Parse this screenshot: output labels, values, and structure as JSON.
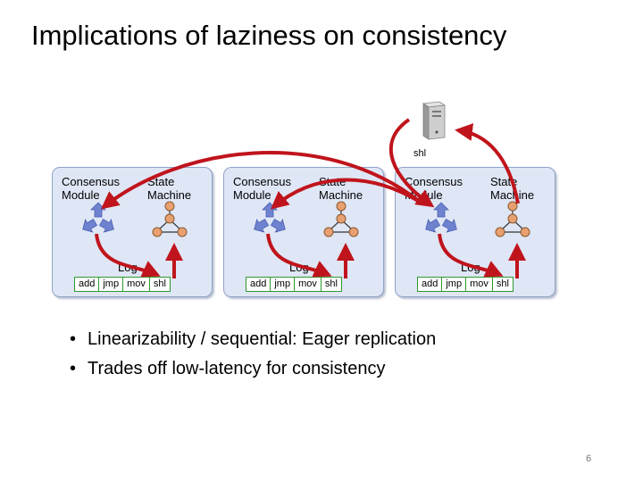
{
  "slide": {
    "title": "Implications of laziness on consistency",
    "page_number": "6"
  },
  "server": {
    "label": "shl",
    "icon": "server-tower-icon"
  },
  "replicas": [
    {
      "consensus_label": "Consensus\nModule",
      "sm_label": "State\nMachine",
      "log_label": "Log",
      "log_entries": [
        "add",
        "jmp",
        "mov",
        "shl"
      ]
    },
    {
      "consensus_label": "Consensus\nModule",
      "sm_label": "State\nMachine",
      "log_label": "Log",
      "log_entries": [
        "add",
        "jmp",
        "mov",
        "shl"
      ]
    },
    {
      "consensus_label": "Consensus\nModule",
      "sm_label": "State\nMachine",
      "log_label": "Log",
      "log_entries": [
        "add",
        "jmp",
        "mov",
        "shl"
      ]
    }
  ],
  "bullets": [
    "Linearizability / sequential:  Eager replication",
    "Trades off low-latency for consistency"
  ],
  "colors": {
    "arrow": "#c0141c",
    "consensus_icon": "#6e82d0",
    "log_border": "#2e9a2e",
    "sm_node": "#e8a070"
  }
}
